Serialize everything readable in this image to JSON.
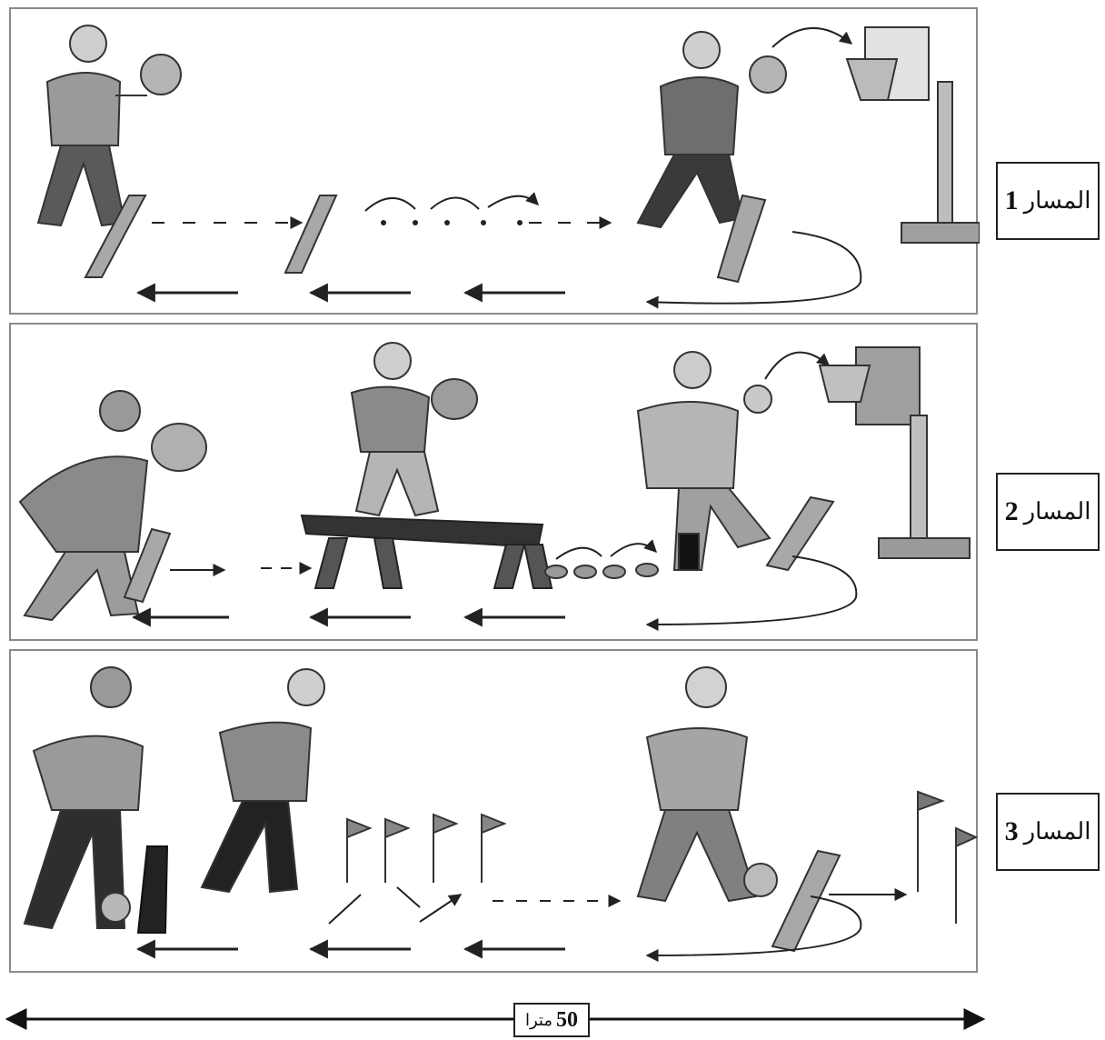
{
  "tracks": [
    {
      "word": "المسار",
      "number": "1"
    },
    {
      "word": "المسار",
      "number": "2"
    },
    {
      "word": "المسار",
      "number": "3"
    }
  ],
  "distance": {
    "number": "50",
    "unit": "مترا"
  }
}
